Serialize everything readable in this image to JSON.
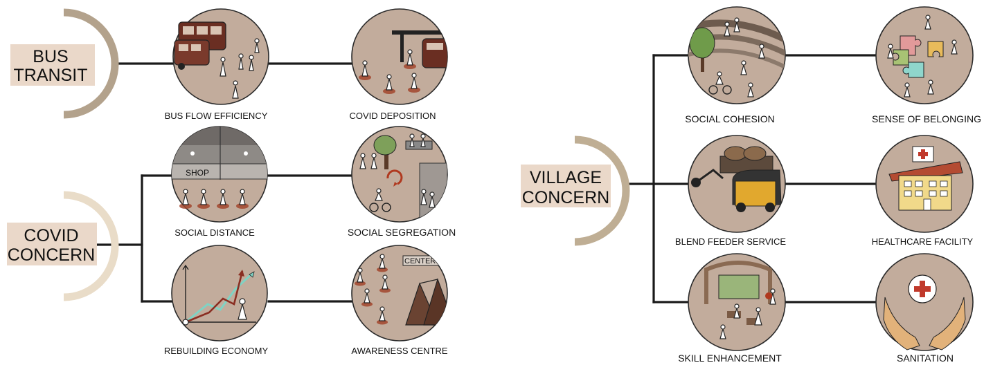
{
  "groups": {
    "bus_transit": {
      "line1": "BUS",
      "line2": "TRANSIT"
    },
    "covid_concern": {
      "line1": "COVID",
      "line2": "CONCERN"
    },
    "village_concern": {
      "line1": "VILLAGE",
      "line2": "CONCERN"
    }
  },
  "nodes": {
    "bus_flow_efficiency": "BUS FLOW EFFICIENCY",
    "covid_deposition": "COVID DEPOSITION",
    "social_distance": "SOCIAL DISTANCE",
    "social_segregation": "SOCIAL SEGREGATION",
    "rebuilding_economy": "REBUILDING  ECONOMY",
    "awareness_centre": "AWARENESS CENTRE",
    "social_cohesion": "SOCIAL COHESION",
    "sense_of_belonging": "SENSE OF BELONGING",
    "blend_feeder_service": "BLEND FEEDER SERVICE",
    "healthcare_facility": "HEALTHCARE FACILITY",
    "skill_enhancement": "SKILL ENHANCEMENT",
    "sanitation": "SANITATION"
  },
  "illustration_labels": {
    "shop_sign": "SHOP",
    "center_sign": "CENTER"
  },
  "colors": {
    "circle_fill": "#c2ac9c",
    "connector": "#1a1a1a",
    "tag_background": "#ead8c9",
    "arc_bus": "#b3a28c",
    "arc_covid": "#e9dcc8",
    "arc_village": "#bfae94",
    "accent_red": "#a2452d"
  }
}
